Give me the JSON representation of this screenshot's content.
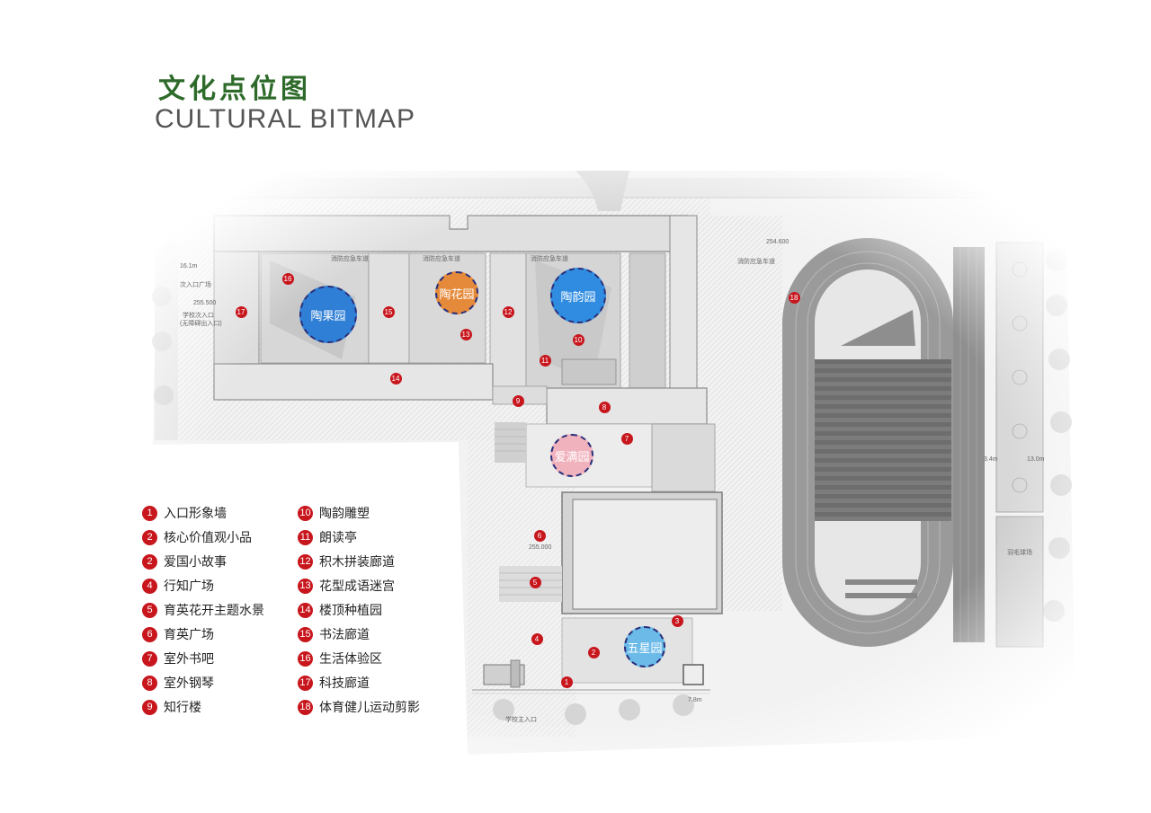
{
  "title": {
    "cn": "文化点位图",
    "en": "CULTURAL BITMAP"
  },
  "colors": {
    "marker": "#c8161d",
    "title": "#2e6b2a",
    "dash": "#2a2f7a"
  },
  "gardens": [
    {
      "label": "陶果园",
      "color": "#2f7fd6"
    },
    {
      "label": "陶花园",
      "color": "#e58a3a"
    },
    {
      "label": "陶韵园",
      "color": "#2f8ce0"
    },
    {
      "label": "爱满园",
      "color": "#f0b2bd"
    },
    {
      "label": "五星园",
      "color": "#6bbae8"
    }
  ],
  "legend": [
    {
      "num": "1",
      "label": "入口形象墙"
    },
    {
      "num": "2",
      "label": "核心价值观小品"
    },
    {
      "num": "2",
      "label": "爱国小故事"
    },
    {
      "num": "4",
      "label": "行知广场"
    },
    {
      "num": "5",
      "label": "育英花开主题水景"
    },
    {
      "num": "6",
      "label": "育英广场"
    },
    {
      "num": "7",
      "label": "室外书吧"
    },
    {
      "num": "8",
      "label": "室外钢琴"
    },
    {
      "num": "9",
      "label": "知行楼"
    },
    {
      "num": "10",
      "label": "陶韵雕塑"
    },
    {
      "num": "11",
      "label": "朗读亭"
    },
    {
      "num": "12",
      "label": "积木拼装廊道"
    },
    {
      "num": "13",
      "label": "花型成语迷宫"
    },
    {
      "num": "14",
      "label": "楼顶种植园"
    },
    {
      "num": "15",
      "label": "书法廊道"
    },
    {
      "num": "16",
      "label": "生活体验区"
    },
    {
      "num": "17",
      "label": "科技廊道"
    },
    {
      "num": "18",
      "label": "体育健儿运动剪影"
    }
  ],
  "markers": [
    "1",
    "2",
    "3",
    "4",
    "5",
    "6",
    "7",
    "8",
    "9",
    "10",
    "11",
    "12",
    "13",
    "14",
    "15",
    "16",
    "17",
    "18"
  ],
  "annotations": {
    "fire_lane": "消防应急车道",
    "secondary_entrance": "次入口广场",
    "school_secondary_entrance": "学校次入口",
    "barrier_free": "(无障碍出入口)",
    "school_main_entrance": "学校主入口",
    "elev_1": "254.600",
    "elev_2": "255.000",
    "elev_3": "255.500",
    "dim_1": "16.1m",
    "dim_2": "7.8m",
    "dim_3": "13.0m",
    "dim_4": "3.4m",
    "badminton": "羽毛球场"
  }
}
